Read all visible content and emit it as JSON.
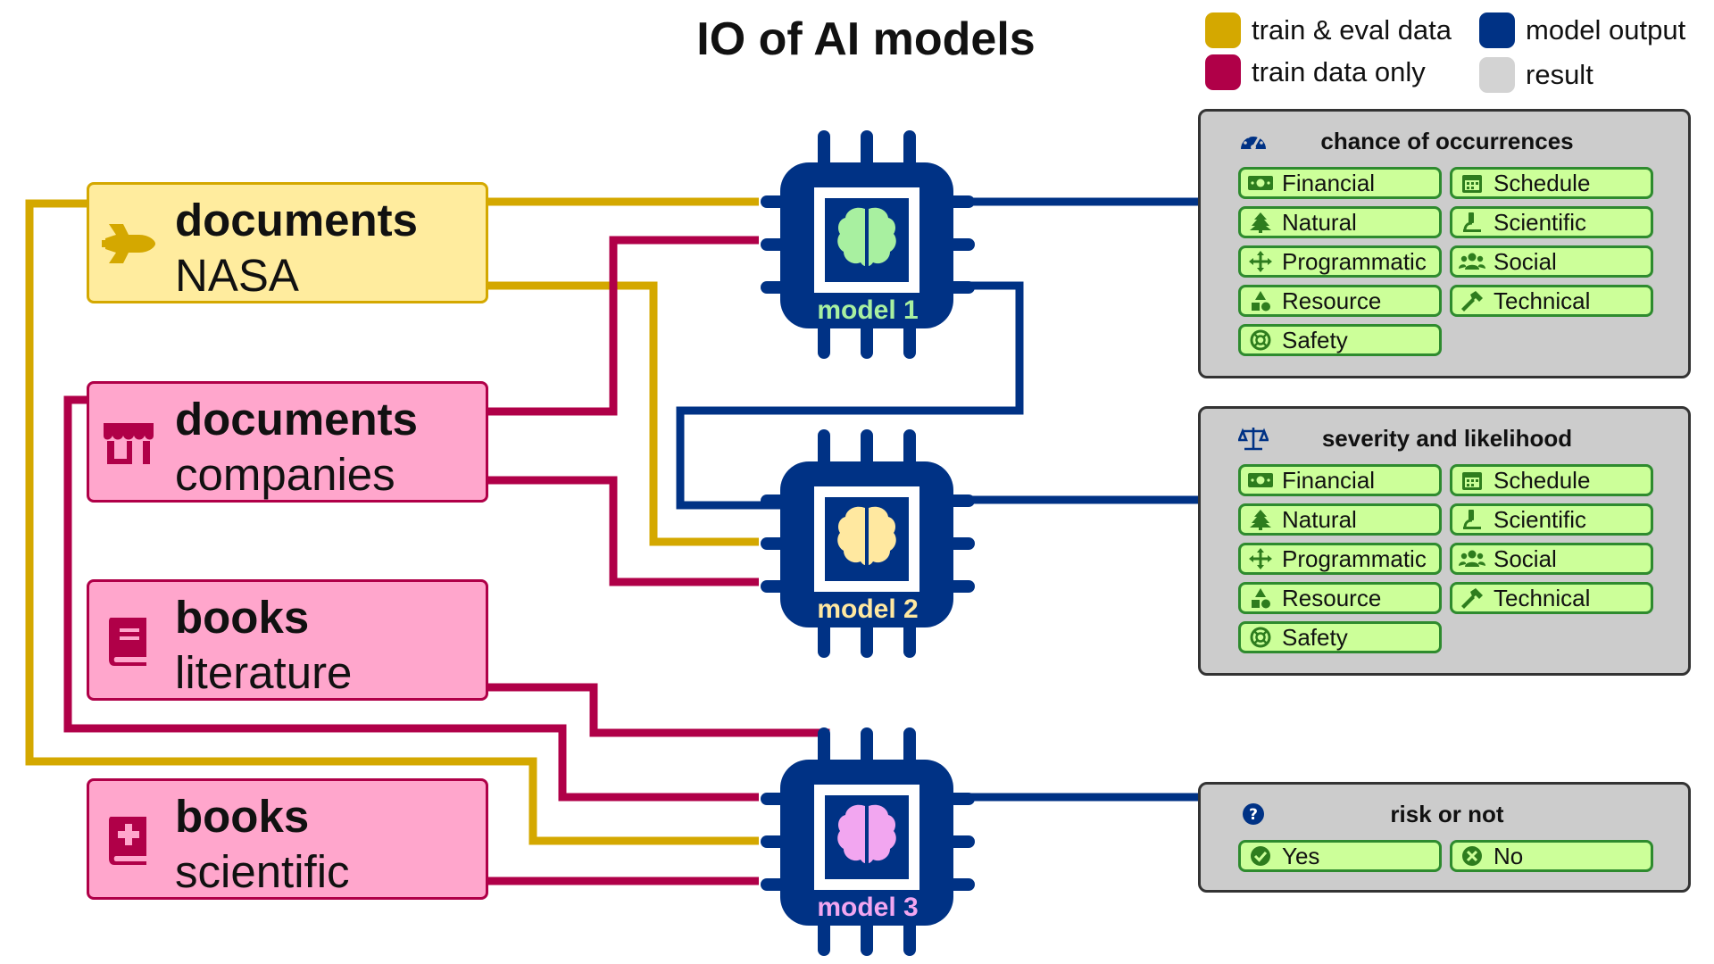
{
  "title": "IO of AI models",
  "legend": [
    {
      "label": "train & eval data",
      "color": "#D4A800"
    },
    {
      "label": "model output",
      "color": "#003285"
    },
    {
      "label": "train data only",
      "color": "#B00048"
    },
    {
      "label": "result",
      "color": "#d3d3d3"
    }
  ],
  "sources": [
    {
      "line1": "documents",
      "line2": "NASA",
      "icon": "space-shuttle-icon",
      "fill": "#FFEC9E",
      "border": "#D4A800",
      "icon_color": "#D4A800"
    },
    {
      "line1": "documents",
      "line2": "companies",
      "icon": "store-icon",
      "fill": "#FFA6CC",
      "border": "#B00048",
      "icon_color": "#B00048"
    },
    {
      "line1": "books",
      "line2": "literature",
      "icon": "book-icon",
      "fill": "#FFA6CC",
      "border": "#B00048",
      "icon_color": "#B00048"
    },
    {
      "line1": "books",
      "line2": "scientific",
      "icon": "medical-book-icon",
      "fill": "#FFA6CC",
      "border": "#B00048",
      "icon_color": "#B00048"
    }
  ],
  "models": [
    {
      "label": "model 1",
      "brain_color": "#A8F0A0"
    },
    {
      "label": "model 2",
      "brain_color": "#FFE8A0"
    },
    {
      "label": "model 3",
      "brain_color": "#F2A6F0"
    }
  ],
  "chip_color": "#003285",
  "panels": [
    {
      "title": "chance of occurrences",
      "icon": "speedometer-icon",
      "tags": [
        {
          "label": "Financial",
          "icon": "money-bill-icon"
        },
        {
          "label": "Schedule",
          "icon": "calendar-icon"
        },
        {
          "label": "Natural",
          "icon": "tree-icon"
        },
        {
          "label": "Scientific",
          "icon": "microscope-icon"
        },
        {
          "label": "Programmatic",
          "icon": "arrows-move-icon"
        },
        {
          "label": "Social",
          "icon": "users-icon"
        },
        {
          "label": "Resource",
          "icon": "shapes-icon"
        },
        {
          "label": "Technical",
          "icon": "hammer-icon"
        },
        {
          "label": "Safety",
          "icon": "lifebuoy-icon"
        }
      ]
    },
    {
      "title": "severity and likelihood",
      "icon": "scale-icon",
      "tags": [
        {
          "label": "Financial",
          "icon": "money-bill-icon"
        },
        {
          "label": "Schedule",
          "icon": "calendar-icon"
        },
        {
          "label": "Natural",
          "icon": "tree-icon"
        },
        {
          "label": "Scientific",
          "icon": "microscope-icon"
        },
        {
          "label": "Programmatic",
          "icon": "arrows-move-icon"
        },
        {
          "label": "Social",
          "icon": "users-icon"
        },
        {
          "label": "Resource",
          "icon": "shapes-icon"
        },
        {
          "label": "Technical",
          "icon": "hammer-icon"
        },
        {
          "label": "Safety",
          "icon": "lifebuoy-icon"
        }
      ]
    },
    {
      "title": "risk or not",
      "icon": "question-circle-icon",
      "tags": [
        {
          "label": "Yes",
          "icon": "check-circle-icon"
        },
        {
          "label": "No",
          "icon": "x-circle-icon"
        }
      ]
    }
  ],
  "tag_style": {
    "fill": "#ccff99",
    "border": "#2e8b2e",
    "icon_color": "#2e7d1e"
  }
}
